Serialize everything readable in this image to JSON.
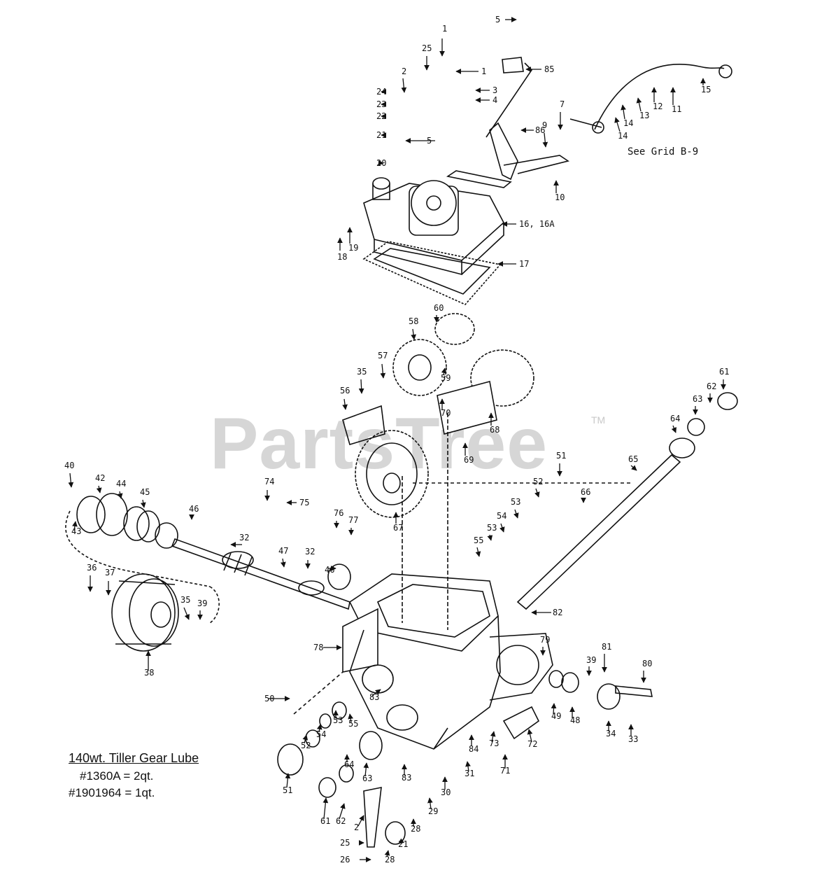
{
  "watermark": {
    "brand": "PartsTree",
    "tm": "TM"
  },
  "lube_note": {
    "title": "140wt. Tiller Gear Lube",
    "line1": "#1360A = 2qt.",
    "line2": "#1901964 = 1qt."
  },
  "grid_reference": "See Grid B-9",
  "callouts": [
    "1",
    "1",
    "25",
    "2",
    "24",
    "23",
    "22",
    "21",
    "20",
    "3",
    "4",
    "5",
    "5",
    "85",
    "15",
    "11",
    "12",
    "13",
    "14",
    "14",
    "7",
    "9",
    "86",
    "10",
    "18",
    "19",
    "16, 16A",
    "17",
    "60",
    "58",
    "57",
    "59",
    "35",
    "56",
    "70",
    "68",
    "69",
    "61",
    "62",
    "63",
    "64",
    "65",
    "67",
    "51",
    "66",
    "52",
    "53",
    "54",
    "53",
    "55",
    "74",
    "75",
    "76",
    "77",
    "40",
    "42",
    "44",
    "45",
    "46",
    "43",
    "32",
    "47",
    "32",
    "46",
    "36",
    "37",
    "35",
    "39",
    "38",
    "82",
    "78",
    "79",
    "81",
    "39",
    "80",
    "50",
    "83",
    "55",
    "49",
    "48",
    "34",
    "33",
    "52",
    "54",
    "53",
    "51",
    "64",
    "63",
    "84",
    "73",
    "72",
    "71",
    "31",
    "30",
    "61",
    "62",
    "83",
    "29",
    "2",
    "28",
    "21",
    "25",
    "26",
    "28"
  ]
}
